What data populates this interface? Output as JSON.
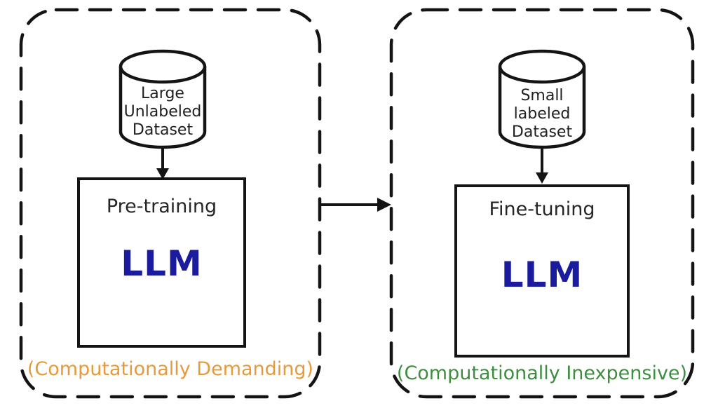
{
  "diagram": {
    "panels": [
      {
        "id": "pretraining",
        "dataset_label": "Large\nUnlabeled\nDataset",
        "stage_title": "Pre-training",
        "model_label": "LLM",
        "caption": "(Computationally Demanding)",
        "caption_color": "#E79A3B"
      },
      {
        "id": "finetuning",
        "dataset_label": "Small\nlabeled\nDataset",
        "stage_title": "Fine-tuning",
        "model_label": "LLM",
        "caption": "(Computationally Inexpensive)",
        "caption_color": "#3E8E41"
      }
    ],
    "colors": {
      "model_text": "#1B1B9E",
      "line": "#141414",
      "background": "#FFFFFF"
    }
  }
}
